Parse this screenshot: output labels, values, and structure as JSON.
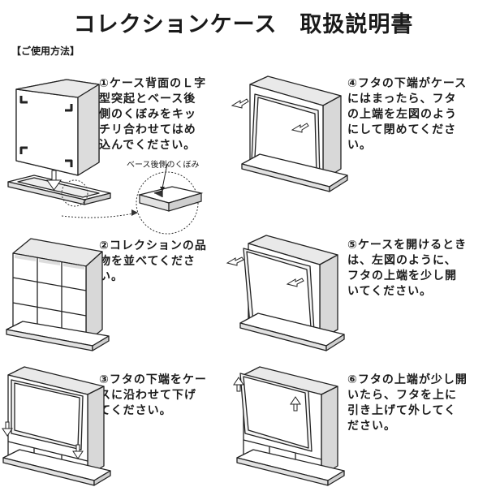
{
  "title": "コレクションケース　取扱説明書",
  "section_label": "【ご使用方法】",
  "steps": [
    {
      "text": "①ケース背面のＬ字\n型突起とベース後\n側のくぼみをキッ\nチリ合わせてはめ\n込んでください。"
    },
    {
      "text": "②コレクションの品\n物を並べてくださ\nい。"
    },
    {
      "text": "③フタの下端をケー\nスに沿わせて下げ\nてください。"
    },
    {
      "text": "④フタの下端がケース\nにはまったら、フタ\nの上端を左図のよう\nにして閉めてくださ\nい。"
    },
    {
      "text": "⑤ケースを開けるとき\nは、左図のように、\nフタの上端を少し開\nいてください。"
    },
    {
      "text": "⑥フタの上端が少し開\nいたら、フタを上に\n引き上げて外してく\nださい。"
    }
  ],
  "callout": "ベース後側のくぼみ"
}
